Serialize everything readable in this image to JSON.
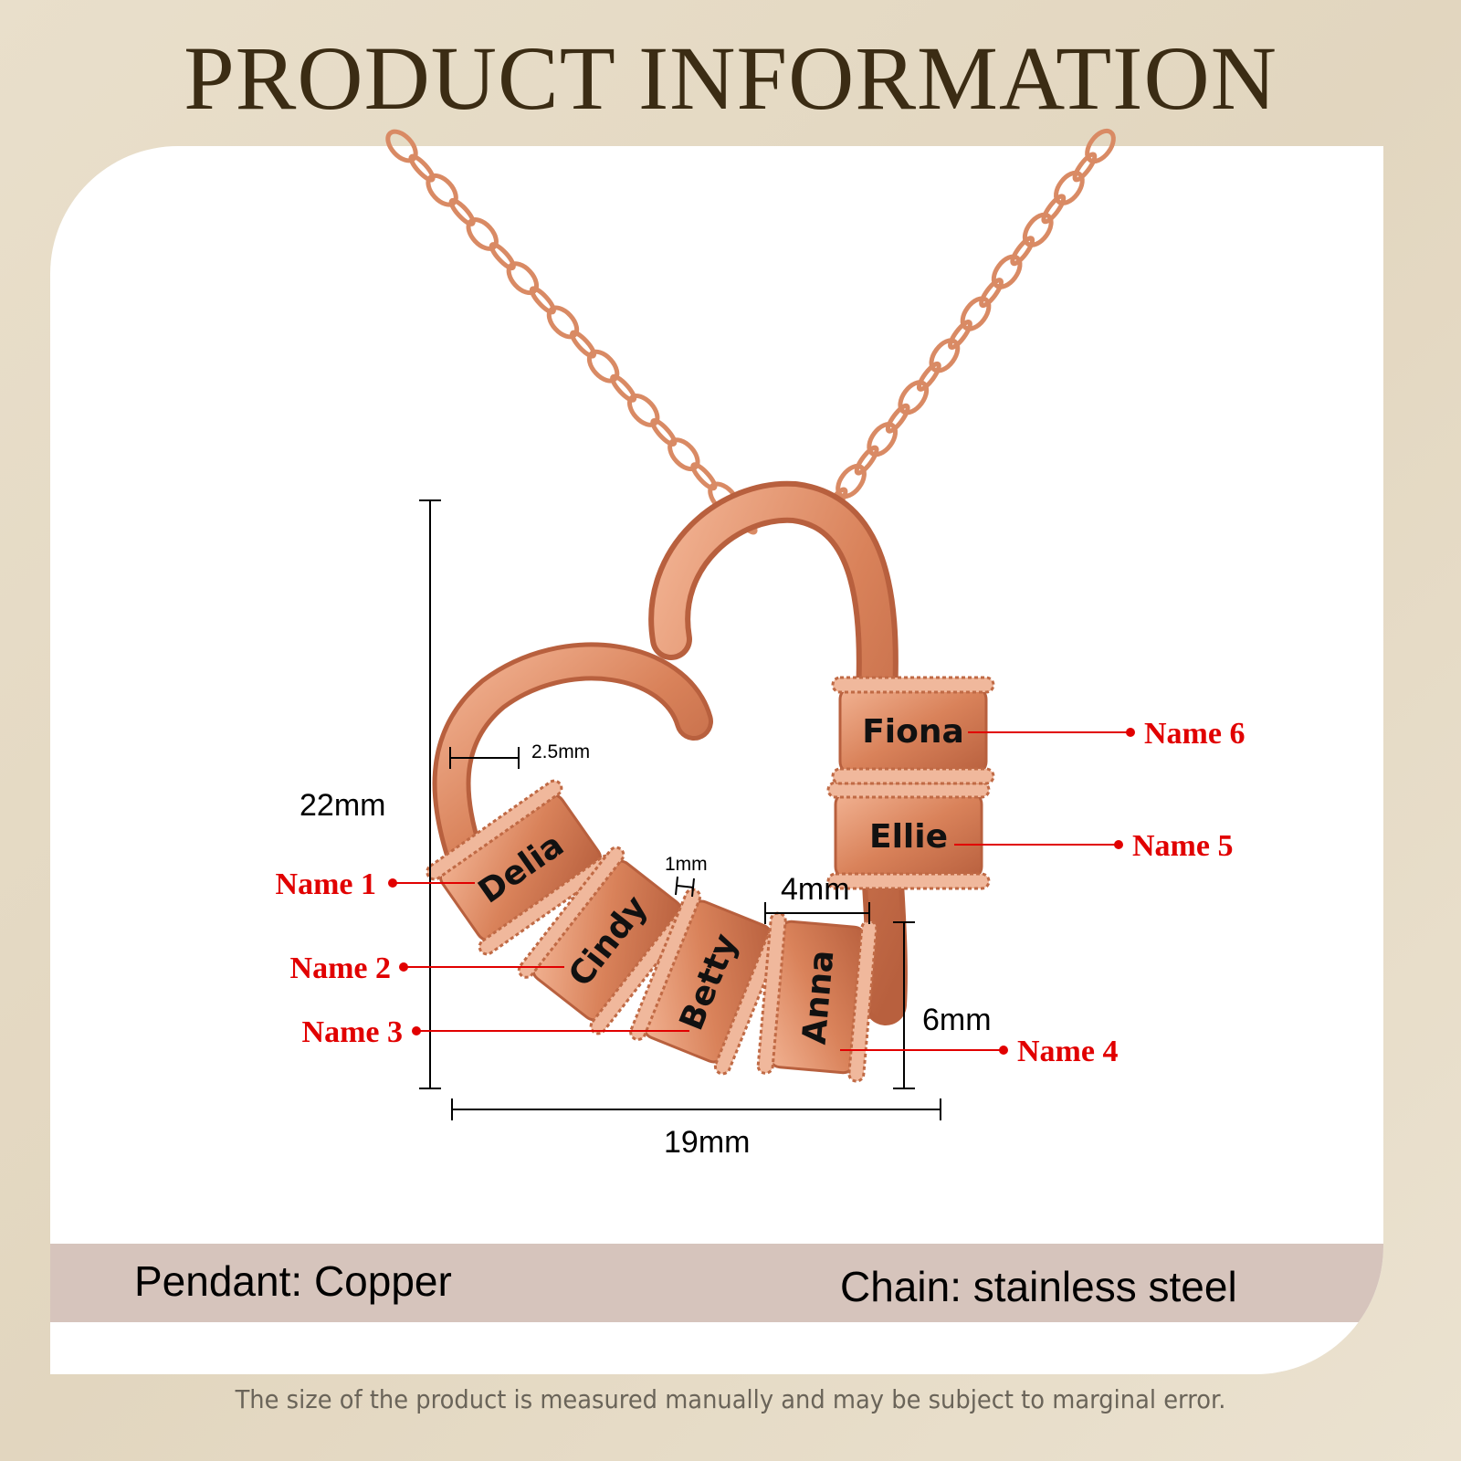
{
  "title": "PRODUCT INFORMATION",
  "materials": {
    "pendant": "Pendant: Copper",
    "chain": "Chain: stainless steel"
  },
  "note": "The size of the product is measured manually and may be subject to marginal error.",
  "dimensions": {
    "height": "22mm",
    "width": "19mm",
    "bead_height": "6mm",
    "bead_width": "4mm",
    "heart_thickness": "2.5mm",
    "bead_rim": "1mm"
  },
  "beads": [
    {
      "engraving": "Delia",
      "label": "Name 1"
    },
    {
      "engraving": "Cindy",
      "label": "Name 2"
    },
    {
      "engraving": "Betty",
      "label": "Name 3"
    },
    {
      "engraving": "Anna",
      "label": "Name 4"
    },
    {
      "engraving": "Ellie",
      "label": "Name 5"
    },
    {
      "engraving": "Fiona",
      "label": "Name 6"
    }
  ],
  "colors": {
    "copper": "#d98a64",
    "label": "#e10000",
    "bar": "#d6c4bc",
    "title": "#3b2c14"
  }
}
